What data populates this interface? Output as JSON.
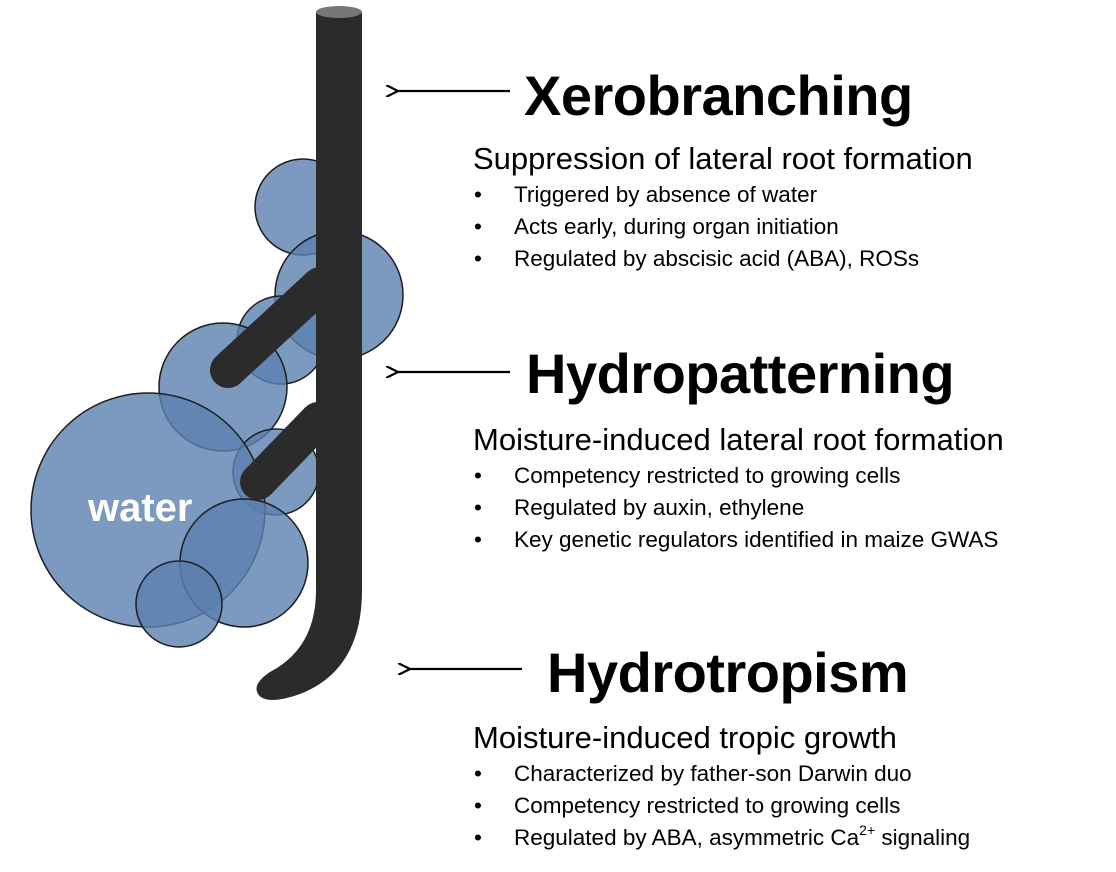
{
  "water_label": "water",
  "colors": {
    "root": "#2b2b2b",
    "root_cap": "#777777",
    "water_fill": "#5b7fb0",
    "water_stroke": "#1e1e1e",
    "text": "#000000"
  },
  "sections": [
    {
      "title": "Xerobranching",
      "subtitle": "Suppression of lateral root formation",
      "bullets": [
        "Triggered by absence of water",
        "Acts early, during organ initiation",
        "Regulated by abscisic acid (ABA), ROSs"
      ]
    },
    {
      "title": "Hydropatterning",
      "subtitle": "Moisture-induced lateral root formation",
      "bullets": [
        "Competency restricted to growing cells",
        "Regulated by auxin, ethylene",
        "Key genetic regulators identified in maize GWAS"
      ]
    },
    {
      "title": "Hydrotropism",
      "subtitle": "Moisture-induced tropic growth",
      "bullets": [
        "Characterized by father-son Darwin duo",
        "Competency restricted to growing cells"
      ],
      "last_bullet": {
        "prefix": "Regulated by ABA, asymmetric Ca",
        "superscript": "2+",
        "suffix": " signaling"
      }
    }
  ],
  "bullet_symbol": "•"
}
